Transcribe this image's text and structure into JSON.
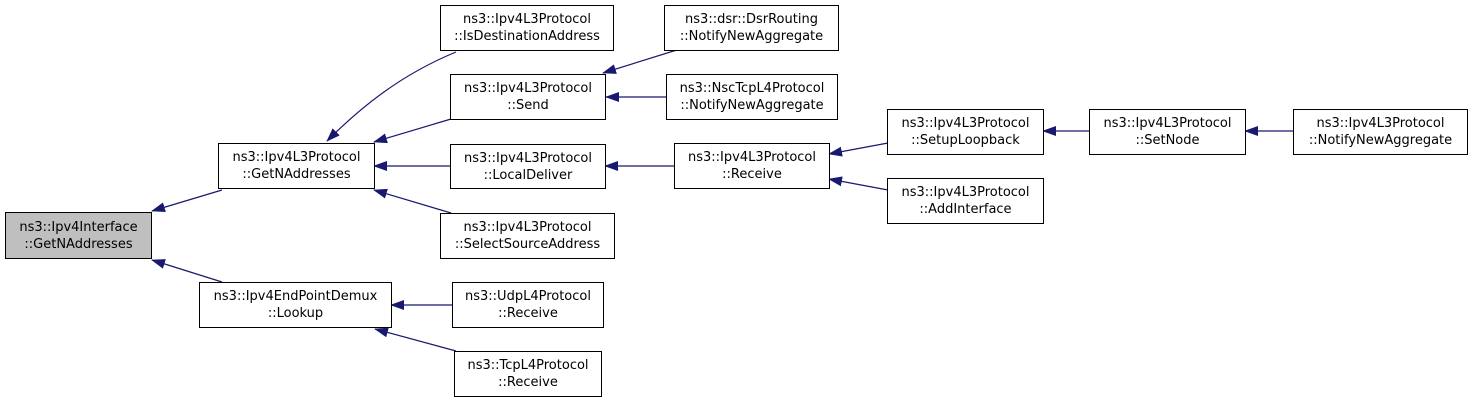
{
  "colors": {
    "edge": "#191970",
    "node_border": "#000000",
    "node_fill": "#ffffff",
    "highlight_fill": "#bfbfbf"
  },
  "nodes": {
    "ipv4if_getn": {
      "line1": "ns3::Ipv4Interface",
      "line2": "::GetNAddresses"
    },
    "l3_getn": {
      "line1": "ns3::Ipv4L3Protocol",
      "line2": "::GetNAddresses"
    },
    "epd_lookup": {
      "line1": "ns3::Ipv4EndPointDemux",
      "line2": "::Lookup"
    },
    "l3_isdest": {
      "line1": "ns3::Ipv4L3Protocol",
      "line2": "::IsDestinationAddress"
    },
    "l3_send": {
      "line1": "ns3::Ipv4L3Protocol",
      "line2": "::Send"
    },
    "l3_localdel": {
      "line1": "ns3::Ipv4L3Protocol",
      "line2": "::LocalDeliver"
    },
    "l3_selsrc": {
      "line1": "ns3::Ipv4L3Protocol",
      "line2": "::SelectSourceAddress"
    },
    "udp_recv": {
      "line1": "ns3::UdpL4Protocol",
      "line2": "::Receive"
    },
    "tcp_recv": {
      "line1": "ns3::TcpL4Protocol",
      "line2": "::Receive"
    },
    "dsr_notify": {
      "line1": "ns3::dsr::DsrRouting",
      "line2": "::NotifyNewAggregate"
    },
    "nsc_notify": {
      "line1": "ns3::NscTcpL4Protocol",
      "line2": "::NotifyNewAggregate"
    },
    "l3_receive": {
      "line1": "ns3::Ipv4L3Protocol",
      "line2": "::Receive"
    },
    "l3_setuploop": {
      "line1": "ns3::Ipv4L3Protocol",
      "line2": "::SetupLoopback"
    },
    "l3_addif": {
      "line1": "ns3::Ipv4L3Protocol",
      "line2": "::AddInterface"
    },
    "l3_setnode": {
      "line1": "ns3::Ipv4L3Protocol",
      "line2": "::SetNode"
    },
    "l3_notify": {
      "line1": "ns3::Ipv4L3Protocol",
      "line2": "::NotifyNewAggregate"
    }
  }
}
